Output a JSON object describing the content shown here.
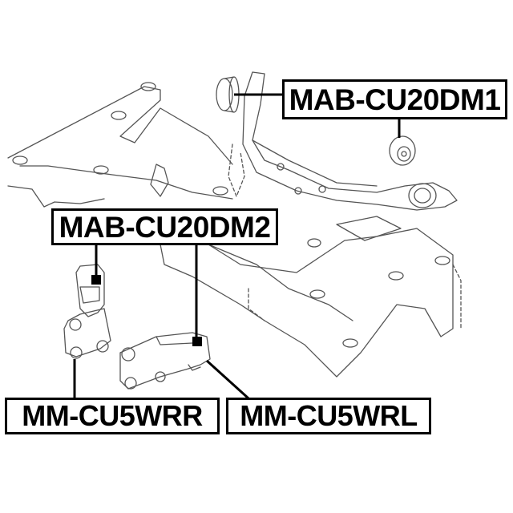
{
  "diagram": {
    "type": "exploded parts diagram",
    "subject": "rear subframe with differential mounts and bushings",
    "labels": [
      {
        "id": "dm1",
        "text": "MAB-CU20DM1",
        "points_to": "differential mount bushings (upper right)"
      },
      {
        "id": "dm2",
        "text": "MAB-CU20DM2",
        "points_to": "bushings in left and right differential mount brackets"
      },
      {
        "id": "wrr",
        "text": "MM-CU5WRR",
        "points_to": "rear right differential mount bracket"
      },
      {
        "id": "wrl",
        "text": "MM-CU5WRL",
        "points_to": "rear left differential mount bracket"
      }
    ],
    "colors": {
      "line": "#000000",
      "background": "#ffffff",
      "drawing_stroke": "#555555"
    }
  }
}
